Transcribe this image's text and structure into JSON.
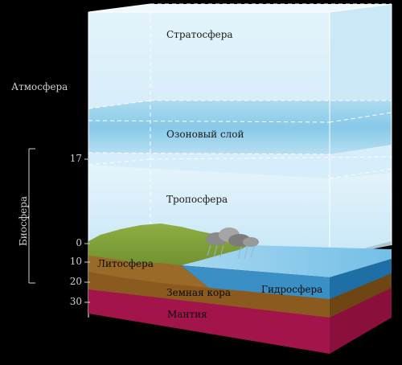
{
  "labels": {
    "stratosphere": "Стратосфера",
    "ozone_layer": "Озоновый слой",
    "troposphere": "Тропосфера",
    "lithosphere": "Литосфера",
    "crust": "Земная кора",
    "hydrosphere": "Гидросфера",
    "mantle": "Мантия",
    "atmosphere": "Атмосфера",
    "biosphere": "Биосфера"
  },
  "scale": {
    "ticks": [
      "17",
      "0",
      "10",
      "20",
      "30"
    ]
  },
  "colors": {
    "background": "#000000",
    "sky_top": "#d8eef8",
    "sky_bottom": "#bfe3f5",
    "ozone": "#8fcde9",
    "land": "#7a9a3a",
    "crust": "#8a5a1e",
    "mantle": "#a3154a",
    "water": "#7fc3e6",
    "water_side": "#1e6fa6"
  }
}
